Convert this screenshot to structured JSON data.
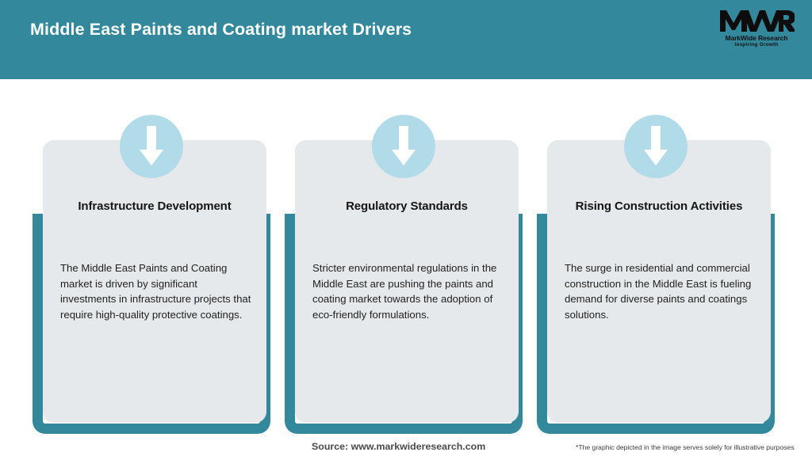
{
  "header": {
    "title": "Middle East Paints and Coating market Drivers",
    "background_color": "#34889c",
    "title_color": "#ffffff"
  },
  "logo": {
    "mark": "MWR",
    "name": "MarkWide Research",
    "tagline": "Inspiring Growth"
  },
  "theme": {
    "accent_teal": "#34889c",
    "card_background": "#e6e9eb",
    "badge_circle": "#b2dbe9",
    "arrow_color": "#ffffff",
    "page_background": "#ffffff"
  },
  "cards": [
    {
      "icon": "down-arrow-icon",
      "title": "Infrastructure Development",
      "body": "The Middle East Paints and Coating market is driven by significant investments in infrastructure projects that require high-quality protective coatings."
    },
    {
      "icon": "down-arrow-icon",
      "title": "Regulatory Standards",
      "body": "Stricter environmental regulations in the Middle East are pushing the paints and coating market towards the adoption of eco-friendly formulations."
    },
    {
      "icon": "down-arrow-icon",
      "title": "Rising Construction Activities",
      "body": "The surge in residential and commercial construction in the Middle East is fueling demand for diverse paints and coatings solutions."
    }
  ],
  "footer": {
    "source": "Source: www.markwideresearch.com",
    "note": "*The graphic depicted in the image serves solely for illustrative purposes"
  }
}
